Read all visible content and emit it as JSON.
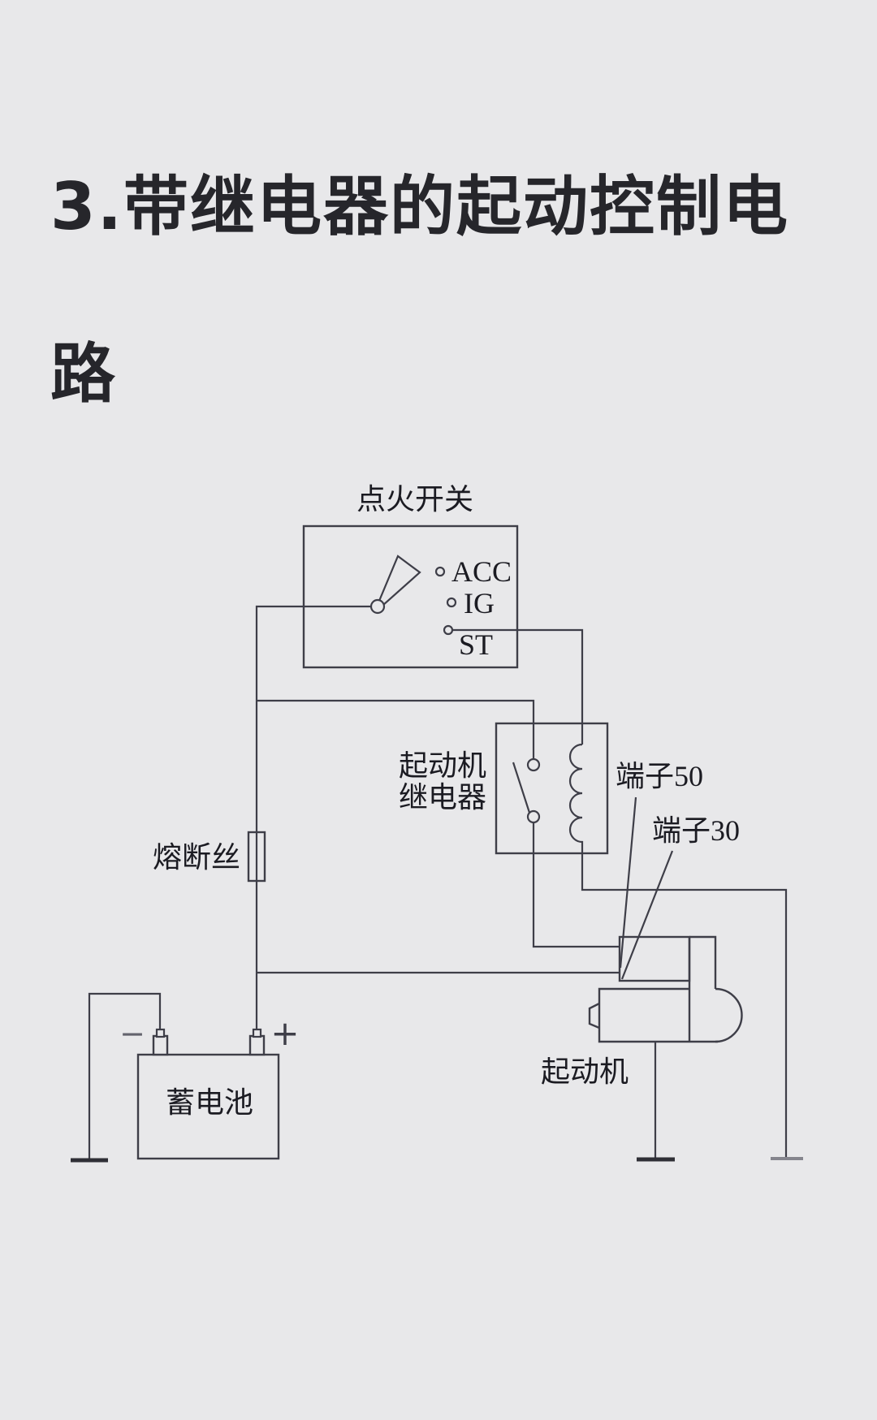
{
  "page": {
    "background": "#e8e8ea",
    "line_color": "#3e3e48",
    "title_color": "#26262b",
    "label_color": "#1b1b22"
  },
  "title": {
    "line1": "3.带继电器的起动控制电",
    "line2": "路"
  },
  "ignition_switch": {
    "label": "点火开关",
    "terminals": {
      "acc": "ACC",
      "ig": "IG",
      "st": "ST"
    }
  },
  "relay": {
    "label_line1": "起动机",
    "label_line2": "继电器"
  },
  "fuse": {
    "label": "熔断丝"
  },
  "terminal_labels": {
    "t50": "端子50",
    "t30": "端子30"
  },
  "starter": {
    "label": "起动机"
  },
  "battery": {
    "label": "蓄电池",
    "plus": "+",
    "minus": "−"
  }
}
